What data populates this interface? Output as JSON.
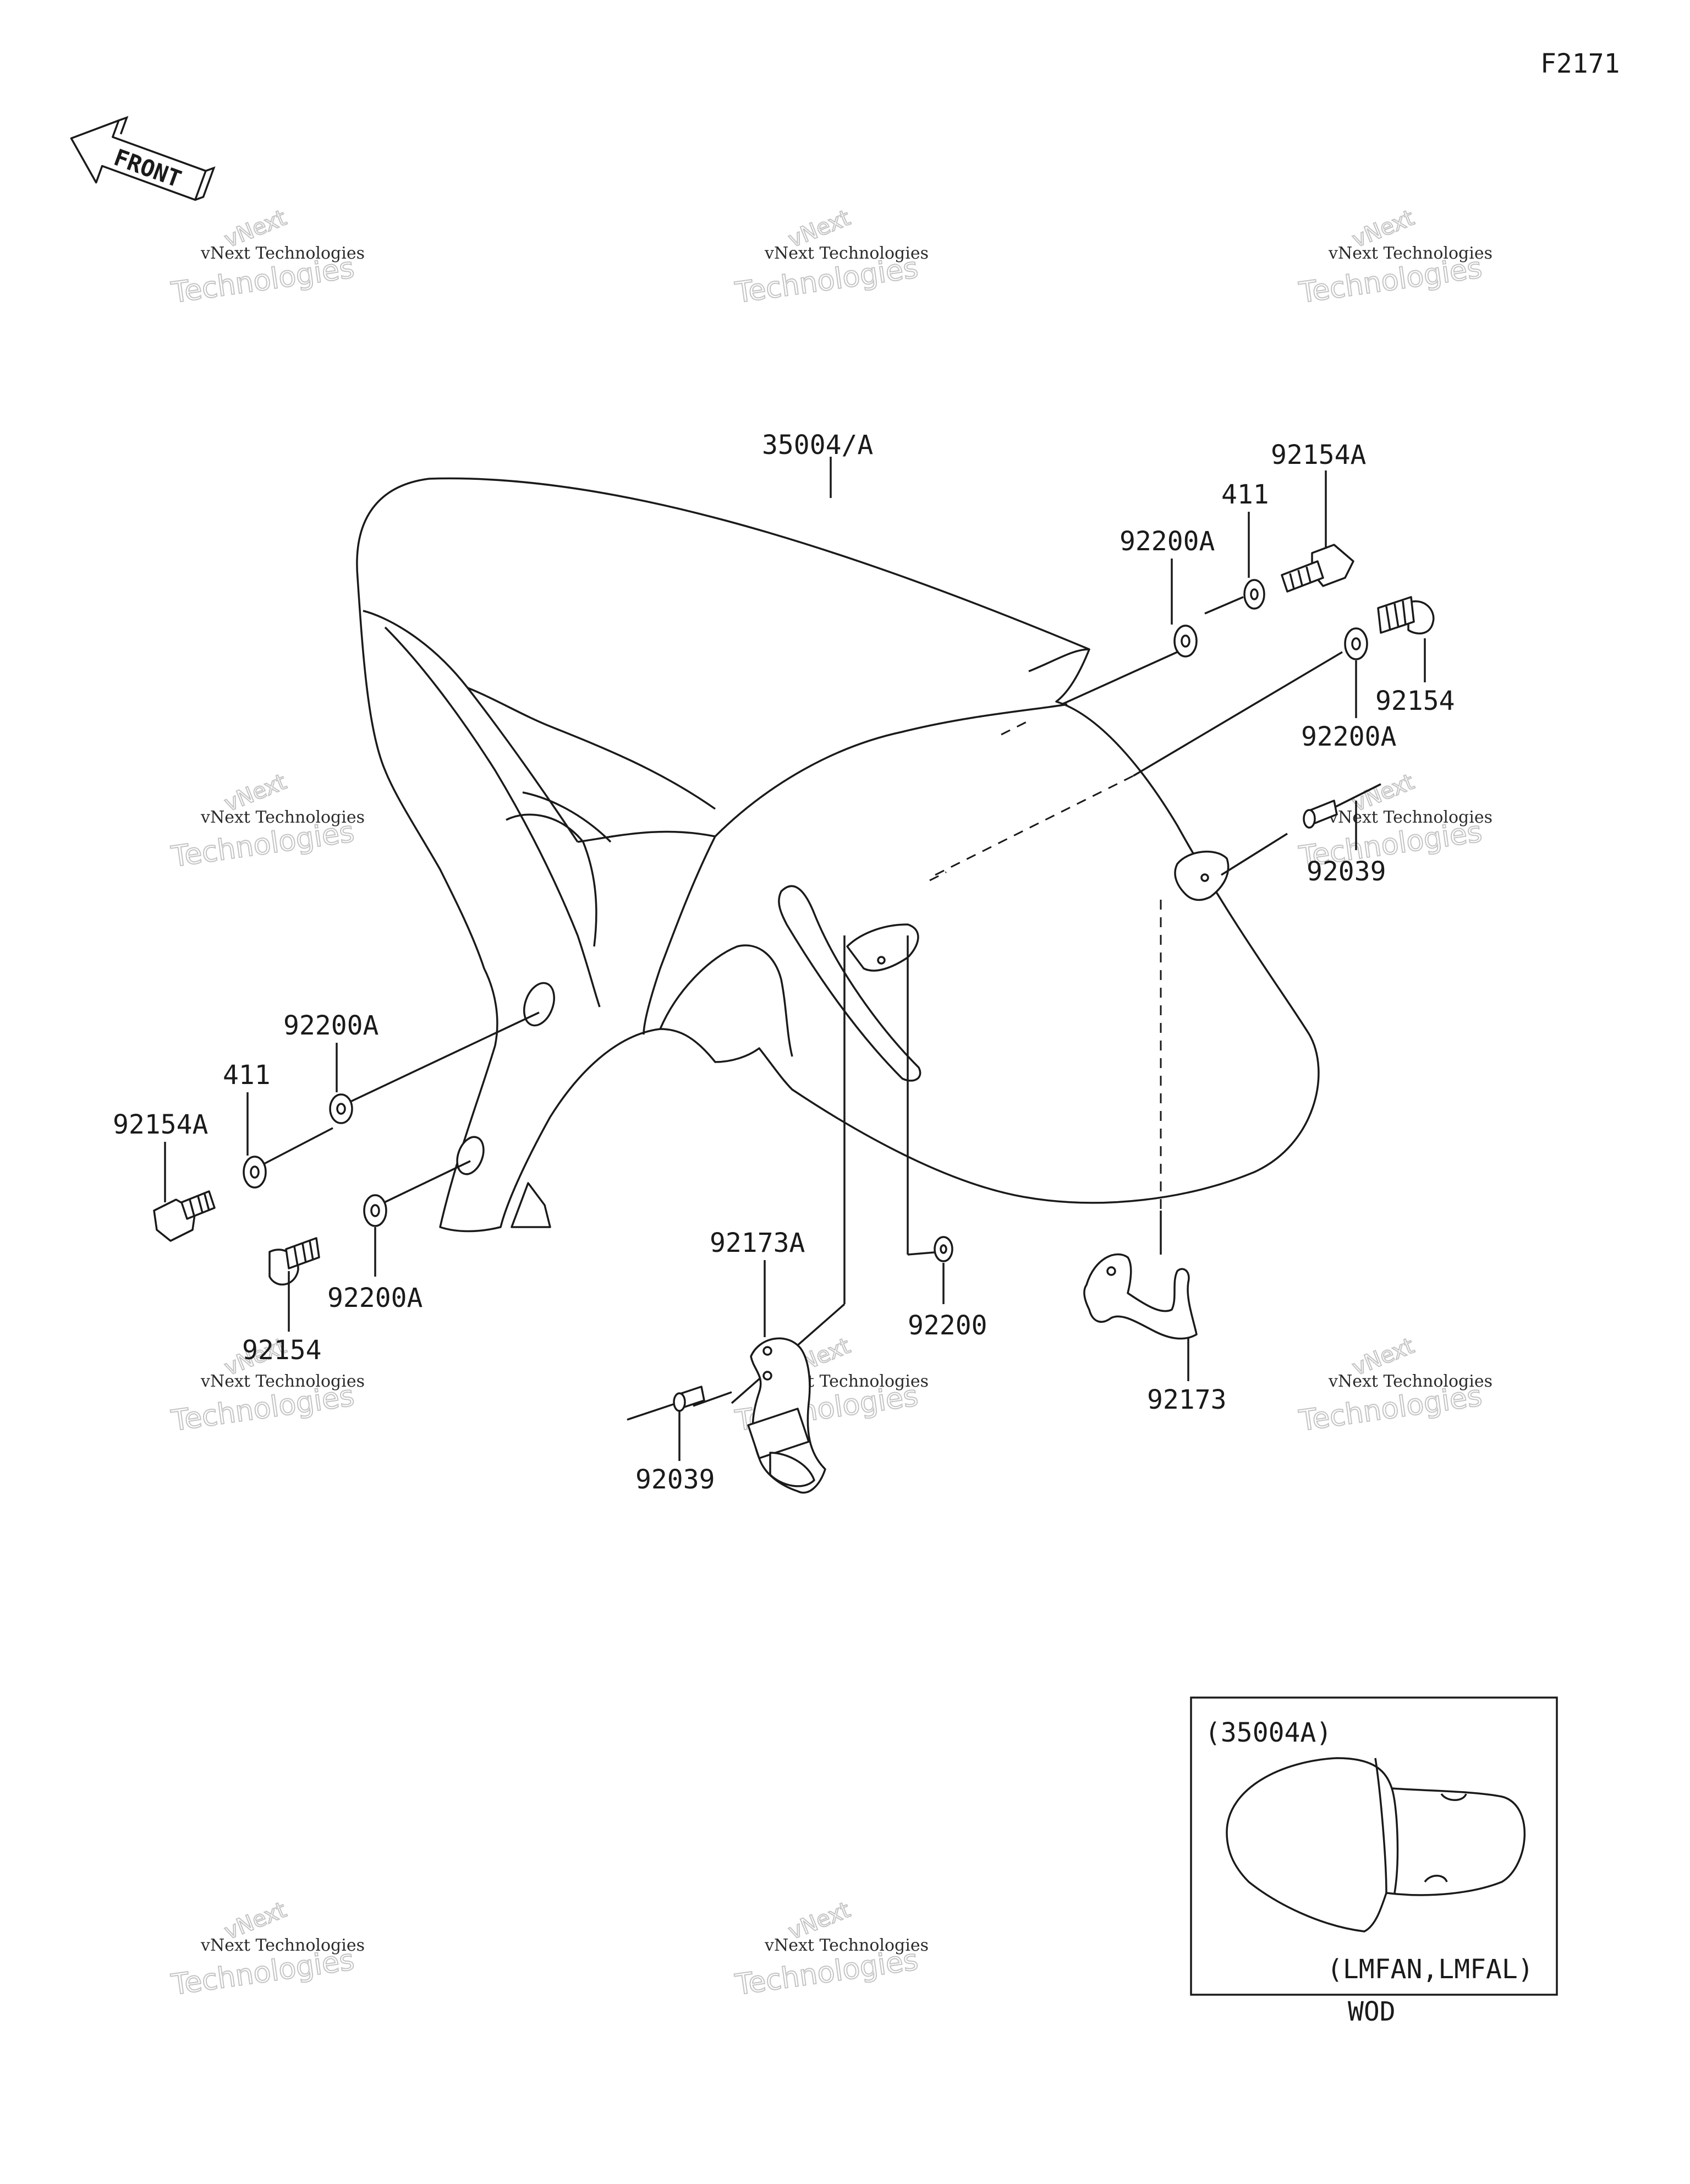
{
  "figure_code": "F2171",
  "front_marker": "FRONT",
  "watermark": {
    "line1": "vNext Technologies",
    "outline_top": "vNext",
    "outline_bottom": "Technologies"
  },
  "callouts": {
    "fender": "35004/A",
    "bolt_92154A_right": "92154A",
    "washer_411_right": "411",
    "washer_92200A_right_upper": "92200A",
    "bolt_92154_right": "92154",
    "washer_92200A_right_lower": "92200A",
    "rivet_92039_right": "92039",
    "washer_92200A_left_upper": "92200A",
    "washer_411_left": "411",
    "bolt_92154A_left": "92154A",
    "bolt_92154_left": "92154",
    "washer_92200A_left_lower": "92200A",
    "clamp_92173A": "92173A",
    "washer_92200": "92200",
    "clamp_92173": "92173",
    "rivet_92039_left": "92039"
  },
  "inset": {
    "part": "(35004A)",
    "models": "(LMFAN,LMFAL)",
    "color": "WOD"
  }
}
